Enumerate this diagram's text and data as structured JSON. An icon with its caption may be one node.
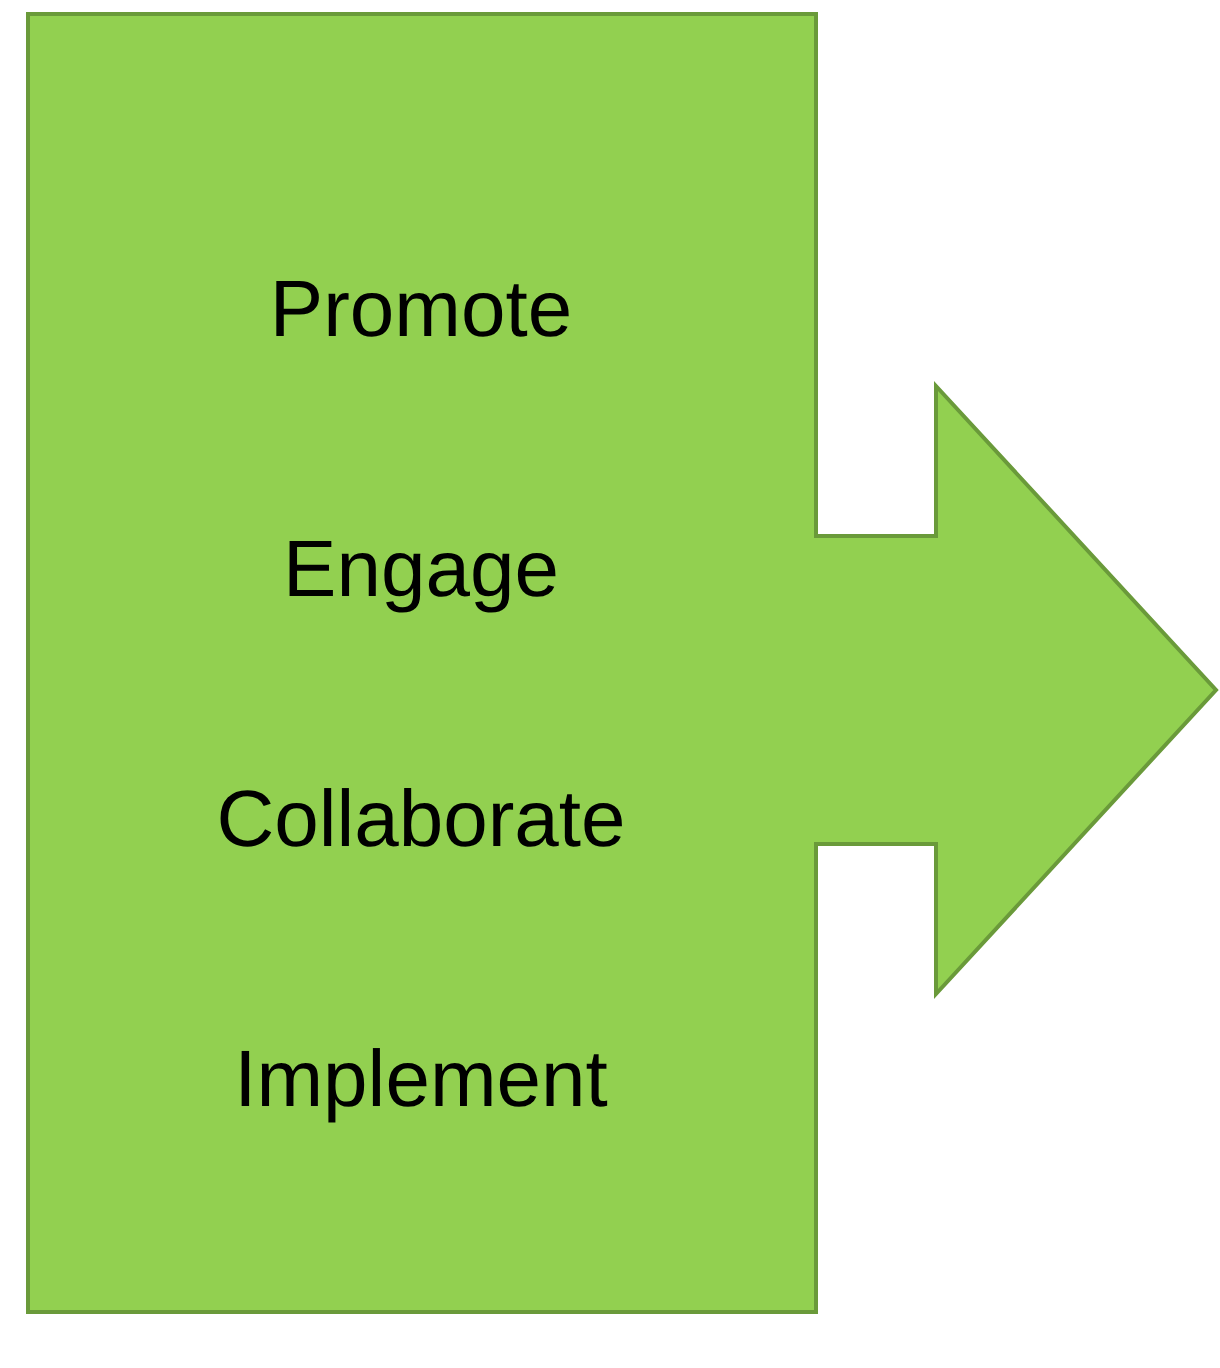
{
  "diagram": {
    "nodes": [
      {
        "text": [
          "Promote",
          "Engage",
          "Collaborate",
          "Implement"
        ]
      }
    ]
  }
}
